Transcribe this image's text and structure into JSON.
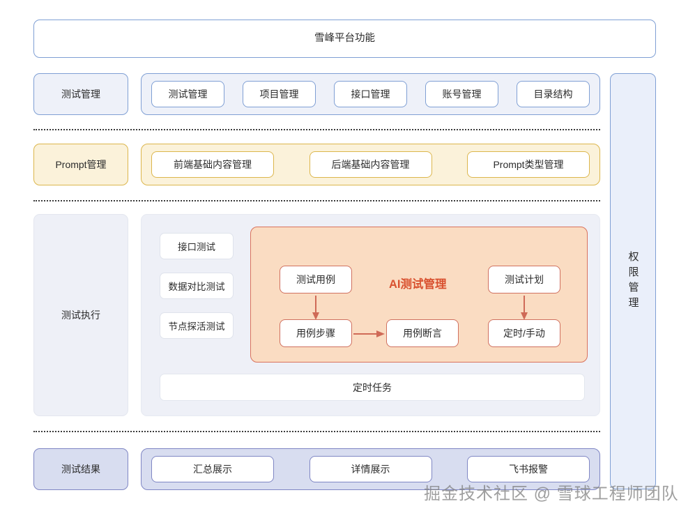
{
  "banner": {
    "title": "雪峰平台功能"
  },
  "rows": [
    {
      "label": "测试管理",
      "theme": "blue",
      "items": [
        "测试管理",
        "项目管理",
        "接口管理",
        "账号管理",
        "目录结构"
      ]
    },
    {
      "label": "Prompt管理",
      "theme": "gold",
      "items": [
        "前端基础内容管理",
        "后端基础内容管理",
        "Prompt类型管理"
      ]
    },
    {
      "label": "测试结果",
      "theme": "violet",
      "items": [
        "汇总展示",
        "详情展示",
        "飞书报警"
      ]
    }
  ],
  "execution": {
    "label": "测试执行",
    "side_items": [
      "接口测试",
      "数据对比测试",
      "节点探活测试"
    ],
    "task_bar": "定时任务",
    "ai_panel": {
      "title": "AI测试管理",
      "case_node": "测试用例",
      "step_node": "用例步骤",
      "assert_node": "用例断言",
      "plan_node": "测试计划",
      "trigger_node": "定时/手动"
    }
  },
  "permission": {
    "label": "权限管理"
  },
  "watermark": {
    "text": "掘金技术社区 @ 雪球工程师团队"
  },
  "colors": {
    "blue_border": "#7f9fd4",
    "blue_fill": "#eef1f9",
    "gold_border": "#dcb64c",
    "gold_fill": "#fbf2da",
    "grey_fill": "#eef0f7",
    "violet_border": "#7f86c4",
    "violet_fill": "#d8ddf0",
    "ai_fill": "#fadcc2",
    "ai_border": "#d9715c",
    "ai_title": "#d9512f"
  }
}
